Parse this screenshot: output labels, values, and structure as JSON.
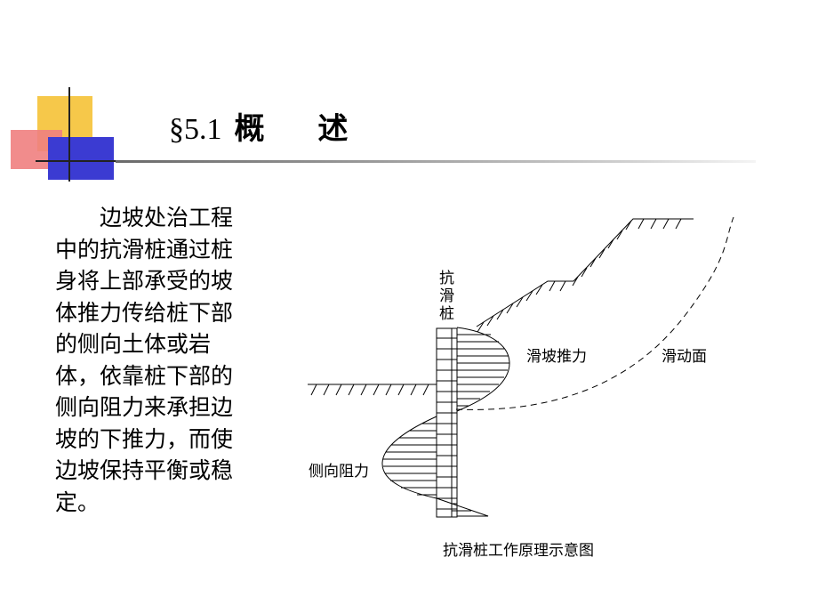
{
  "slide": {
    "section_number": "§5.1",
    "section_title": "概  述",
    "body": "边坡处治工程中的抗滑桩通过桩身将上部承受的坡体推力传给桩下部的侧向土体或岩体，依靠桩下部的侧向阻力来承担边坡的下推力，而使边坡保持平衡或稳定。"
  },
  "diagram": {
    "pile_label": [
      "抗",
      "滑",
      "桩"
    ],
    "slide_force_label": "滑坡推力",
    "slip_surface_label": "滑动面",
    "lateral_resistance_label": "侧向阻力",
    "caption": "抗滑桩工作原理示意图"
  },
  "colors": {
    "accent_yellow": "#f6c84a",
    "accent_red": "#ef7f80",
    "accent_blue": "#3b3bd2"
  }
}
